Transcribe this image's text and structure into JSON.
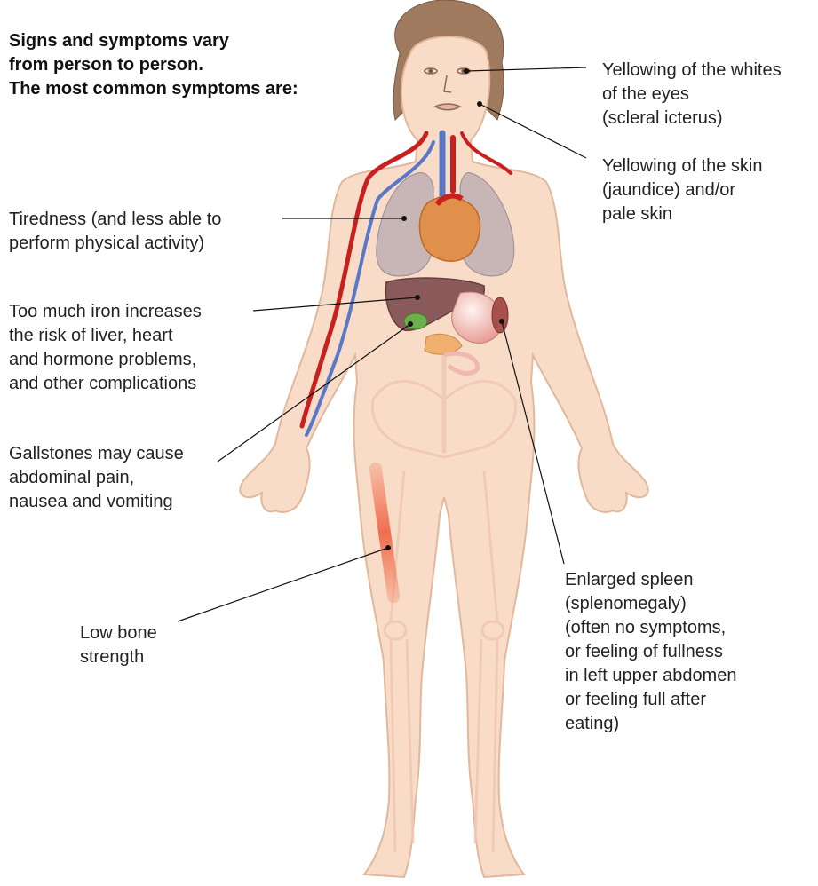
{
  "intro": {
    "lines": [
      "Signs and symptoms vary",
      "from person to person.",
      "The most common symptoms are:"
    ]
  },
  "annotations": {
    "eyes": [
      "Yellowing of the whites",
      "of the eyes",
      "(scleral icterus)"
    ],
    "skin": [
      "Yellowing of the skin",
      "(jaundice) and/or",
      "pale skin"
    ],
    "tiredness": [
      "Tiredness (and less able to",
      "perform physical activity)"
    ],
    "iron": [
      "Too much iron increases",
      "the risk of liver, heart",
      "and hormone problems,",
      "and other complications"
    ],
    "gallstones": [
      "Gallstones may cause",
      "abdominal pain,",
      "nausea and vomiting"
    ],
    "bone": [
      "Low bone",
      "strength"
    ],
    "spleen": [
      "Enlarged spleen",
      "(splenomegaly)",
      "(often no symptoms,",
      "or feeling of fullness",
      "in left upper abdomen",
      "or feeling full after",
      "eating)"
    ]
  },
  "colors": {
    "skin": "#f8dcc8",
    "skin_outline": "#e2b89c",
    "hair": "#a07a5e",
    "artery": "#c8201e",
    "vein": "#5a78c8",
    "lung": "#b8a8b0",
    "heart": "#e0904a",
    "liver": "#8a5a5a",
    "stomach": "#f0b8b0",
    "gallbladder": "#6ab04c",
    "bone_pain": "#f05a3a",
    "pointer": "#111111"
  }
}
